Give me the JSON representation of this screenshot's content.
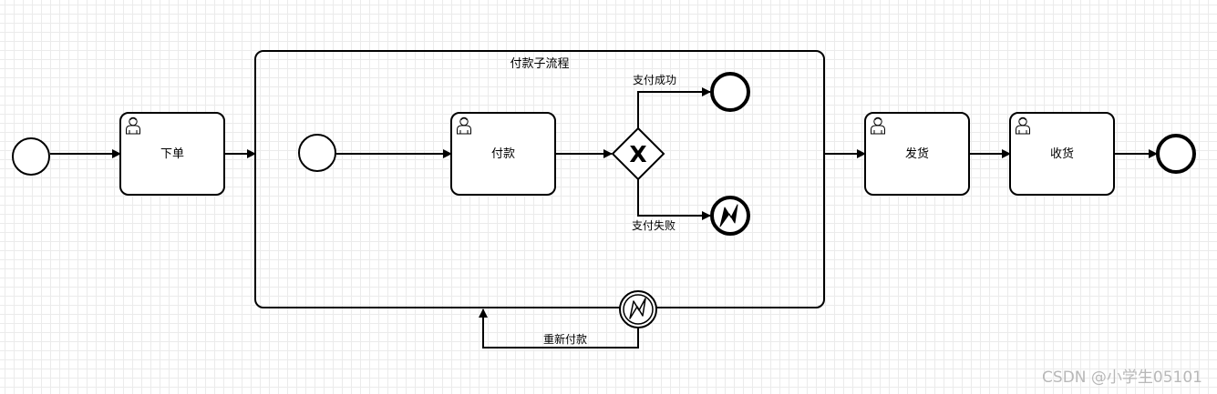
{
  "diagram": {
    "subprocess_title": "付款子流程",
    "tasks": {
      "order": "下单",
      "pay": "付款",
      "ship": "发货",
      "receive": "收货"
    },
    "flows": {
      "success": "支付成功",
      "failure": "支付失败",
      "retry": "重新付款"
    },
    "gateway_symbol": "X"
  },
  "watermark": "CSDN @小学生05101",
  "colors": {
    "stroke": "#000000",
    "fill": "#ffffff",
    "grid": "#ebebeb",
    "watermark": "#b8b8b8"
  },
  "icons": [
    "user-icon",
    "exclusive-gateway-icon",
    "error-icon",
    "error-boundary-icon",
    "arrowhead"
  ]
}
